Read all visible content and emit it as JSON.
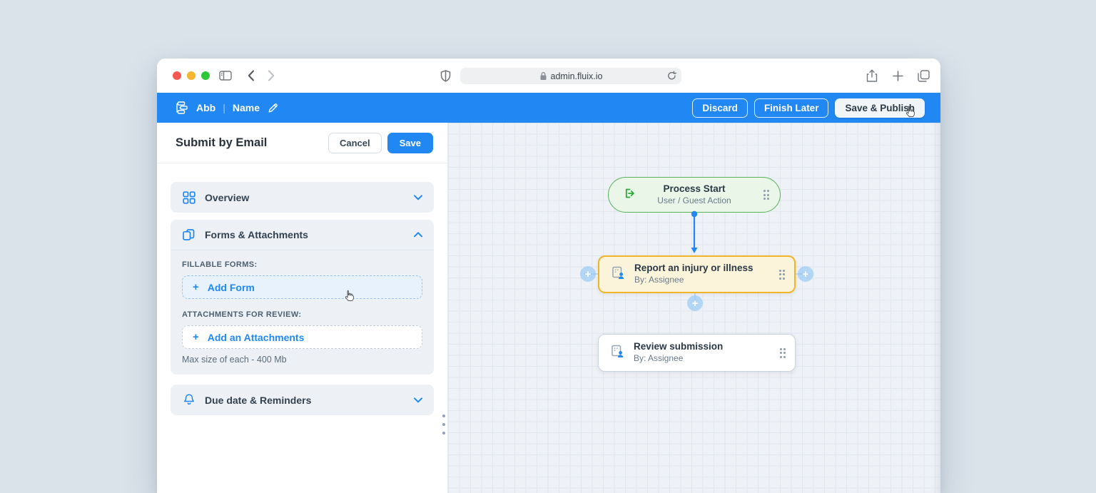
{
  "browser": {
    "url": "admin.fluix.io"
  },
  "appbar": {
    "workflow_abbr": "Abb",
    "divider": "|",
    "workflow_name": "Name",
    "discard_label": "Discard",
    "finish_later_label": "Finish Later",
    "save_publish_label": "Save & Publish"
  },
  "panel": {
    "title": "Submit by Email",
    "cancel_label": "Cancel",
    "save_label": "Save",
    "overview": {
      "label": "Overview"
    },
    "forms": {
      "label": "Forms & Attachments",
      "fillable_forms_label": "FILLABLE FORMS:",
      "plus": "+",
      "add_form_label": "Add Form",
      "attachments_label": "ATTACHMENTS FOR REVIEW:",
      "add_attachment_label": "Add an Attachments",
      "max_size_note": "Max size of each - 400 Mb"
    },
    "due": {
      "label": "Due date & Reminders"
    }
  },
  "canvas": {
    "plus": "+",
    "nodes": [
      {
        "title": "Process Start",
        "subtitle": "User / Guest Action"
      },
      {
        "title": "Report an injury or illness",
        "subtitle": "By:  Assignee"
      },
      {
        "title": "Review submission",
        "subtitle": "By:  Assignee"
      }
    ]
  },
  "colors": {
    "accent_blue": "#2188f3",
    "start_green_border": "#57b25a",
    "start_green_bg": "#e9f6e8",
    "active_yellow_border": "#f0b429",
    "active_yellow_bg": "#fcf4da",
    "canvas_bg": "#eef1f5",
    "grid_line": "#e2e7ee"
  }
}
